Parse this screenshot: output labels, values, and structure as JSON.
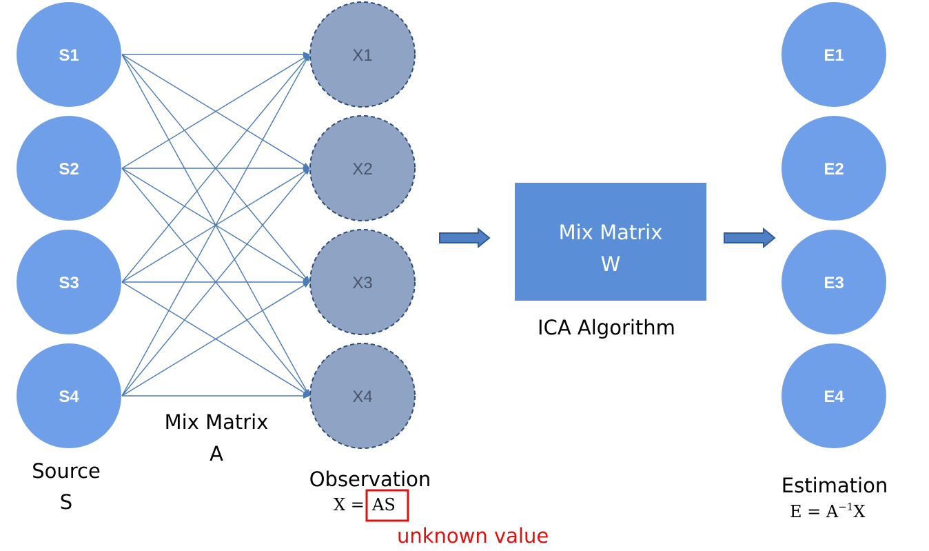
{
  "colors": {
    "node_blue": "#6f9fe8",
    "observation_gray": "#8fa3c4",
    "box_blue": "#5a8fd8",
    "line_blue": "#4a7ab8",
    "highlight_red": "#e01010"
  },
  "sources": [
    "S1",
    "S2",
    "S3",
    "S4"
  ],
  "observations": [
    "X1",
    "X2",
    "X3",
    "X4"
  ],
  "estimates": [
    "E1",
    "E2",
    "E3",
    "E4"
  ],
  "labels": {
    "source_line1": "Source",
    "source_line2": "S",
    "mix_a_line1": "Mix Matrix",
    "mix_a_line2": "A",
    "observation_title": "Observation",
    "observation_formula_lhs": "X =",
    "observation_formula_rhs": "AS",
    "unknown_value": "unknown value",
    "box_line1": "Mix Matrix",
    "box_line2": "W",
    "algorithm": "ICA  Algorithm",
    "estimation_title": "Estimation",
    "estimation_formula_lhs": "E = A",
    "estimation_formula_sup": "−1",
    "estimation_formula_rhs": "X"
  }
}
